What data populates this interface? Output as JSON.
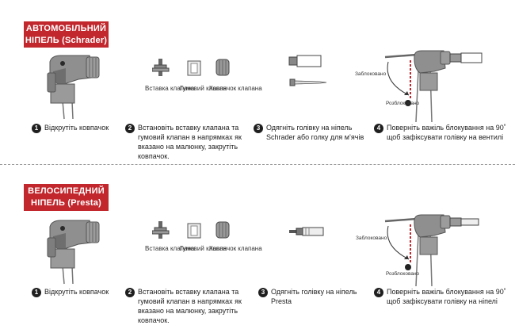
{
  "colors": {
    "accent": "#c1272d",
    "metal": "#8c8c8c",
    "metal_dark": "#555555",
    "pin": "#b5b5b5"
  },
  "auto": {
    "banner_line1": "АВТОМОБІЛЬНИЙ",
    "banner_line2": "НІПЕЛЬ (Schrader)",
    "parts": {
      "insert": "Вставка\nклапана",
      "rubber": "Гумовий\nклапан",
      "cap": "Ковпачок\nклапана"
    },
    "lock_label": "Заблоковано",
    "unlock_label": "Розблоковано",
    "steps": [
      {
        "num": "1",
        "text": "Відкрутіть ковпачок"
      },
      {
        "num": "2",
        "text": "Встановіть вставку клапана та\nгумовий клапан в напрямках як\nвказано на малюнку, закрутіть\nковпачок."
      },
      {
        "num": "3",
        "text": "Одягніть голівку на ніпель\nSchrader або голку для м’ячів"
      },
      {
        "num": "4",
        "text": "Поверніть важіль блокування на 90˚\nщоб зафіксувати голівку на вентилі"
      }
    ]
  },
  "bike": {
    "banner_line1": "ВЕЛОСИПЕДНИЙ",
    "banner_line2": "НІПЕЛЬ (Presta)",
    "parts": {
      "insert": "Вставка\nклапана",
      "rubber": "Гумовий\nклапан",
      "cap": "Ковпачок\nклапана"
    },
    "lock_label": "Заблоковано",
    "unlock_label": "Розблоковано",
    "steps": [
      {
        "num": "1",
        "text": "Відкрутіть ковпачок"
      },
      {
        "num": "2",
        "text": "Встановіть вставку клапана та\nгумовий клапан в напрямках як\nвказано на малюнку, закрутіть\nковпачок."
      },
      {
        "num": "3",
        "text": "Одягніть голівку на ніпель\nPresta"
      },
      {
        "num": "4",
        "text": "Поверніть важіль блокування на 90˚\nщоб зафіксувати голівку на ніпелі"
      }
    ]
  }
}
